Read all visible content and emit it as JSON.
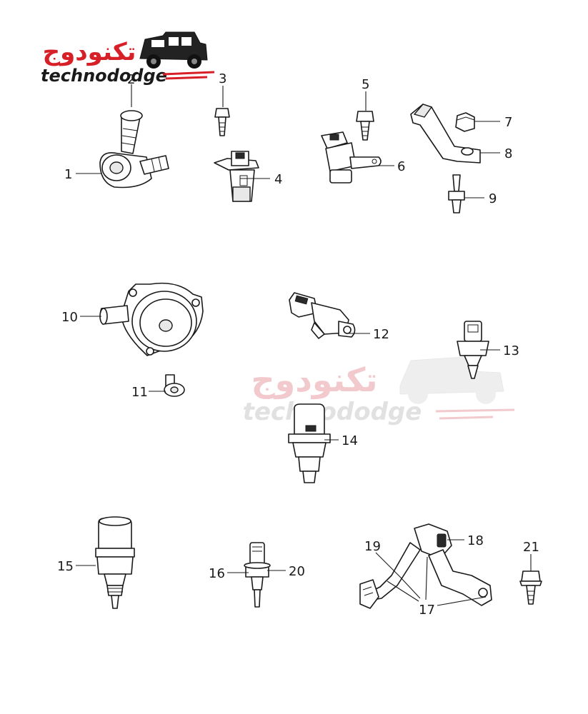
{
  "logo": {
    "arabic_text": "تكنودوج",
    "latin_text": "technododge",
    "accent_color": "#d61f26"
  },
  "watermark": {
    "arabic_text": "تكنودوج",
    "latin_text": "technododge"
  },
  "callouts": {
    "c1": "1",
    "c2": "2",
    "c3": "3",
    "c4": "4",
    "c5": "5",
    "c6": "6",
    "c7": "7",
    "c8": "8",
    "c9": "9",
    "c10": "10",
    "c11": "11",
    "c12": "12",
    "c13": "13",
    "c14": "14",
    "c15": "15",
    "c16": "16",
    "c17": "17",
    "c18": "18",
    "c19": "19",
    "c20": "20",
    "c21": "21"
  }
}
